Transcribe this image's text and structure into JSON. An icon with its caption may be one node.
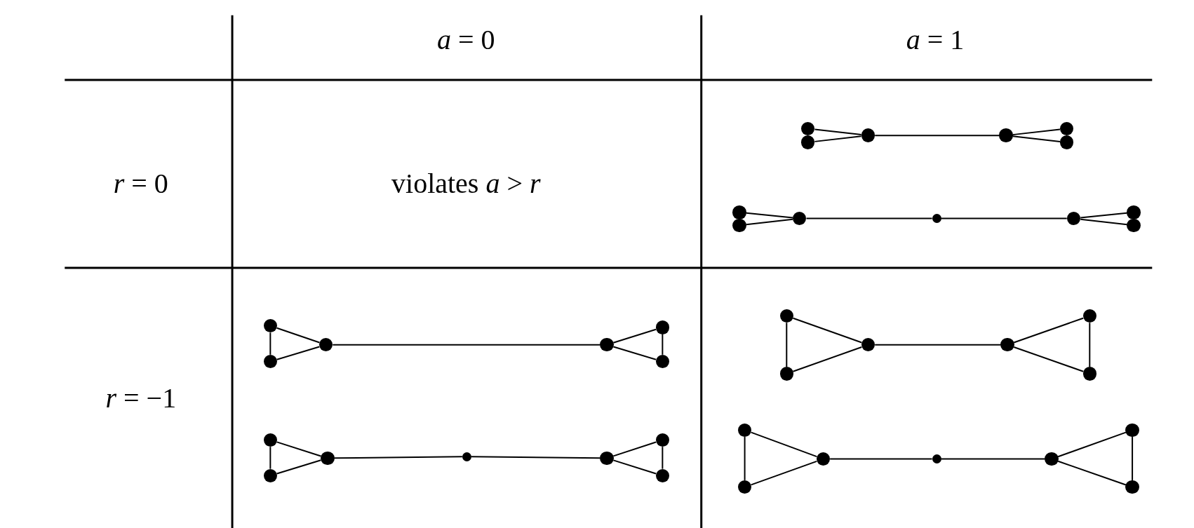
{
  "diagram": {
    "nodes": [
      {
        "text": [],
        "shape": "circle"
      },
      {
        "text": [],
        "shape": "circle"
      },
      {
        "text": [],
        "shape": "circle"
      },
      {
        "text": [],
        "shape": "circle"
      },
      {
        "text": [],
        "shape": "circle"
      },
      {
        "text": [],
        "shape": "circle"
      },
      {
        "text": [],
        "shape": "circle"
      },
      {
        "text": [],
        "shape": "circle"
      },
      {
        "text": [],
        "shape": "circle"
      },
      {
        "text": [],
        "shape": "circle"
      },
      {
        "text": [],
        "shape": "circle"
      },
      {
        "text": [],
        "shape": "circle"
      },
      {
        "text": [],
        "shape": "circle"
      },
      {
        "text": [],
        "shape": "circle"
      },
      {
        "text": [],
        "shape": "circle"
      },
      {
        "text": [],
        "shape": "circle"
      },
      {
        "text": [],
        "shape": "circle"
      },
      {
        "text": [],
        "shape": "circle"
      },
      {
        "text": [],
        "shape": "circle"
      },
      {
        "text": [],
        "shape": "circle"
      },
      {
        "text": [],
        "shape": "circle"
      },
      {
        "text": [],
        "shape": "circle"
      },
      {
        "text": [],
        "shape": "circle"
      },
      {
        "text": [],
        "shape": "circle"
      },
      {
        "text": [],
        "shape": "circle"
      },
      {
        "text": [],
        "shape": "circle"
      },
      {
        "text": [],
        "shape": "circle"
      },
      {
        "text": [],
        "shape": "circle"
      },
      {
        "text": [],
        "shape": "circle"
      },
      {
        "text": [],
        "shape": "circle"
      },
      {
        "text": [],
        "shape": "circle"
      },
      {
        "text": [],
        "shape": "circle"
      },
      {
        "text": [],
        "shape": "circle"
      },
      {
        "text": [],
        "shape": "circle"
      },
      {
        "text": [],
        "shape": "circle"
      },
      {
        "text": [],
        "shape": "circle"
      },
      {
        "text": [],
        "shape": "circle"
      },
      {
        "text": [],
        "shape": "circle"
      },
      {
        "text": [],
        "shape": "circle"
      }
    ],
    "edges": [
      {
        "from": 0,
        "to": 2,
        "arrow": "none"
      },
      {
        "from": 1,
        "to": 2,
        "arrow": "none"
      },
      {
        "from": 2,
        "to": 3,
        "arrow": "none"
      },
      {
        "from": 3,
        "to": 4,
        "arrow": "none"
      },
      {
        "from": 3,
        "to": 5,
        "arrow": "none"
      },
      {
        "from": 6,
        "to": 8,
        "arrow": "none"
      },
      {
        "from": 7,
        "to": 8,
        "arrow": "none"
      },
      {
        "from": 8,
        "to": 9,
        "arrow": "none"
      },
      {
        "from": 9,
        "to": 10,
        "arrow": "none"
      },
      {
        "from": 10,
        "to": 11,
        "arrow": "none"
      },
      {
        "from": 10,
        "to": 12,
        "arrow": "none"
      },
      {
        "from": 13,
        "to": 14,
        "arrow": "none"
      },
      {
        "from": 13,
        "to": 15,
        "arrow": "none"
      },
      {
        "from": 14,
        "to": 15,
        "arrow": "none"
      },
      {
        "from": 15,
        "to": 16,
        "arrow": "none"
      },
      {
        "from": 16,
        "to": 17,
        "arrow": "none"
      },
      {
        "from": 16,
        "to": 18,
        "arrow": "none"
      },
      {
        "from": 17,
        "to": 18,
        "arrow": "none"
      },
      {
        "from": 19,
        "to": 20,
        "arrow": "none"
      },
      {
        "from": 19,
        "to": 21,
        "arrow": "none"
      },
      {
        "from": 20,
        "to": 21,
        "arrow": "none"
      },
      {
        "from": 21,
        "to": 22,
        "arrow": "none"
      },
      {
        "from": 22,
        "to": 23,
        "arrow": "none"
      },
      {
        "from": 23,
        "to": 24,
        "arrow": "none"
      },
      {
        "from": 23,
        "to": 25,
        "arrow": "none"
      },
      {
        "from": 24,
        "to": 25,
        "arrow": "none"
      },
      {
        "from": 26,
        "to": 27,
        "arrow": "none"
      },
      {
        "from": 26,
        "to": 28,
        "arrow": "none"
      },
      {
        "from": 27,
        "to": 28,
        "arrow": "none"
      },
      {
        "from": 28,
        "to": 29,
        "arrow": "none"
      },
      {
        "from": 29,
        "to": 30,
        "arrow": "none"
      },
      {
        "from": 29,
        "to": 31,
        "arrow": "none"
      },
      {
        "from": 30,
        "to": 31,
        "arrow": "none"
      },
      {
        "from": 32,
        "to": 33,
        "arrow": "none"
      },
      {
        "from": 32,
        "to": 34,
        "arrow": "none"
      },
      {
        "from": 33,
        "to": 34,
        "arrow": "none"
      },
      {
        "from": 34,
        "to": 35,
        "arrow": "none"
      },
      {
        "from": 35,
        "to": 36,
        "arrow": "none"
      },
      {
        "from": 36,
        "to": 37,
        "arrow": "none"
      },
      {
        "from": 36,
        "to": 38,
        "arrow": "none"
      },
      {
        "from": 37,
        "to": 38,
        "arrow": "none"
      }
    ],
    "labels": [
      "*a* = 0",
      "*a* = 1",
      "*r* = 0",
      "violates *a* > *r*",
      "*r* = −1"
    ]
  }
}
